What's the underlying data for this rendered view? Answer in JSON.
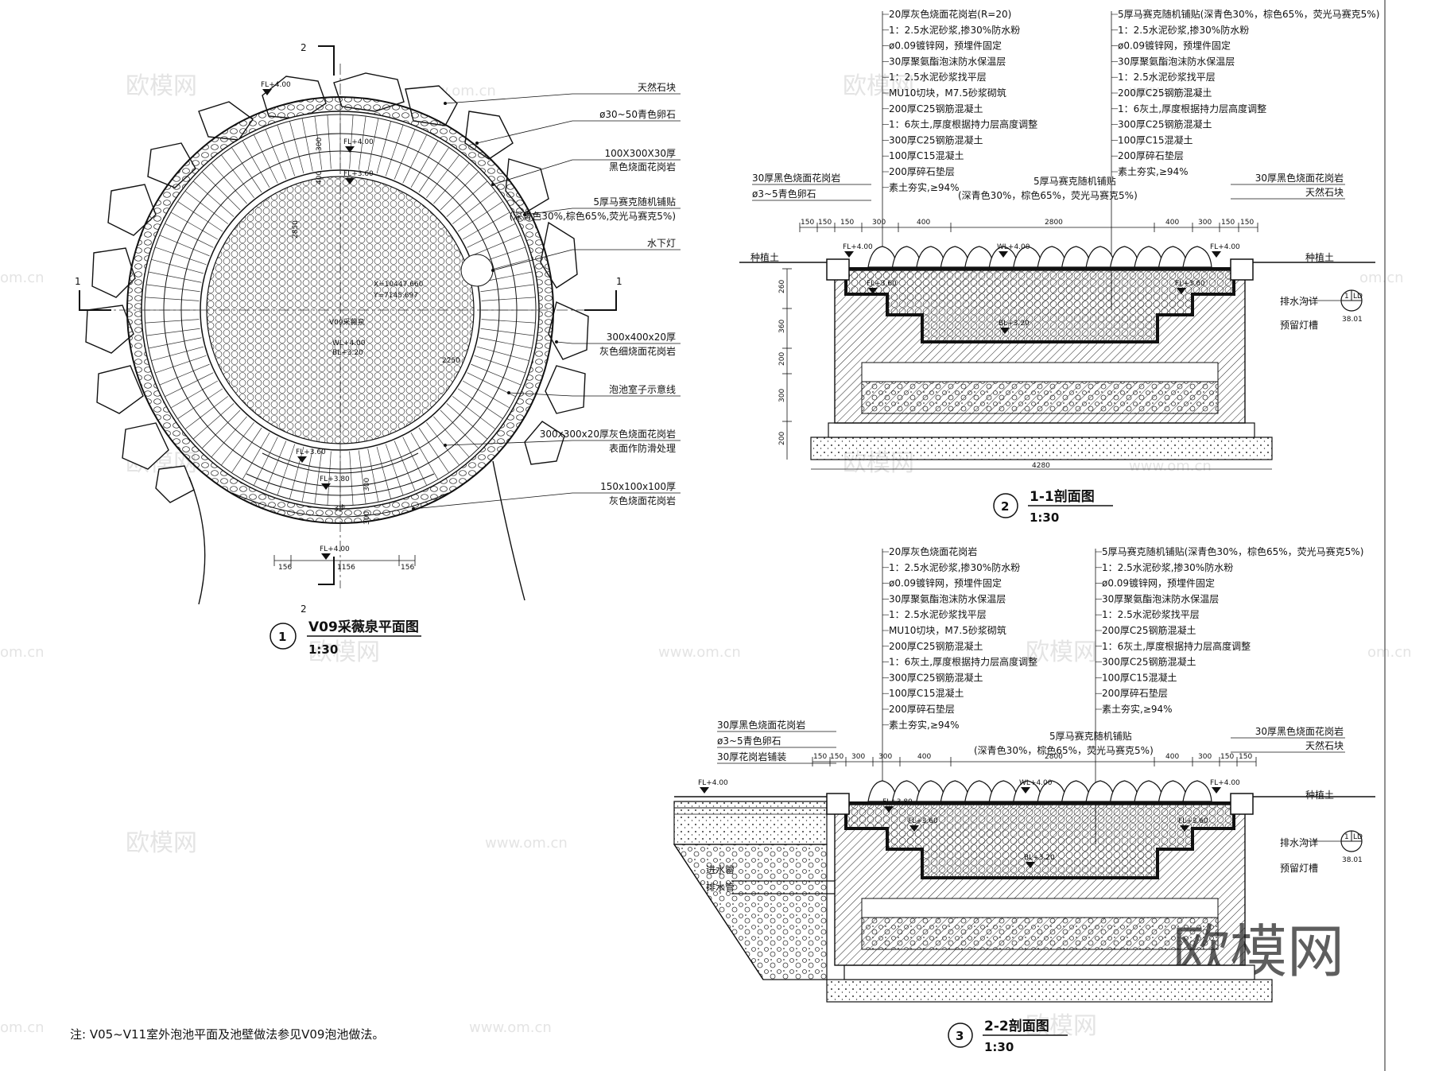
{
  "watermarks": {
    "site": "www.om.cn",
    "domain": "om.cn",
    "brand": "欧模网"
  },
  "plan": {
    "title": "V09采薇泉平面图",
    "number": "1",
    "scale": "1:30",
    "cut_marks": {
      "a": "1",
      "b": "2"
    },
    "elevations": [
      "FL+4.00",
      "FL+4.00",
      "FL+3.60",
      "FL+3.60",
      "FL+3.80",
      "FL+4.00"
    ],
    "center_labels": [
      "X=10447.660",
      "Y=7145.697",
      "V09采薇泉",
      "WL+4.00",
      "BL+3.20"
    ],
    "dims": [
      "300",
      "400",
      "2850",
      "2250",
      "300",
      "300",
      "156",
      "1156",
      "156",
      "3步"
    ],
    "callouts": [
      "天然石块",
      "ø30~50青色卵石",
      "100X300X30厚",
      "黑色烧面花岗岩",
      "5厚马赛克随机铺贴",
      "(深青色30%,棕色65%,荧光马赛克5%)",
      "水下灯",
      "300x400x20厚",
      "灰色细烧面花岗岩",
      "泡池室子示意线",
      "300x300x20厚灰色烧面花岗岩",
      "表面作防滑处理",
      "150x100x100厚",
      "灰色烧面花岗岩"
    ]
  },
  "section1": {
    "title": "1-1剖面图",
    "number": "2",
    "scale": "1:30",
    "layers_left": [
      "20厚灰色烧面花岗岩(R=20)",
      "1：2.5水泥砂浆,掺30%防水粉",
      "ø0.09镀锌网，预埋件固定",
      "30厚聚氨酯泡沫防水保温层",
      "1：2.5水泥砂浆找平层",
      "MU10切块，M7.5砂浆砌筑",
      "200厚C25钢筋混凝土",
      "1：6灰土,厚度根据持力层高度调整",
      "300厚C25钢筋混凝土",
      "100厚C15混凝土",
      "200厚碎石垫层",
      "素土夯实,≥94%"
    ],
    "layers_right": [
      "5厚马赛克随机铺贴(深青色30%，棕色65%，荧光马赛克5%)",
      "1：2.5水泥砂浆,掺30%防水粉",
      "ø0.09镀锌网，预埋件固定",
      "30厚聚氨酯泡沫防水保温层",
      "1：2.5水泥砂浆找平层",
      "200厚C25钢筋混凝土",
      "1：6灰土,厚度根据持力层高度调整",
      "300厚C25钢筋混凝土",
      "100厚C15混凝土",
      "200厚碎石垫层",
      "素土夯实,≥94%"
    ],
    "mosaic_label": [
      "5厚马赛克随机铺贴",
      "(深青色30%，棕色65%，荧光马赛克5%)"
    ],
    "left_labels": [
      "30厚黑色烧面花岗岩",
      "ø3~5青色卵石"
    ],
    "right_labels": [
      "30厚黑色烧面花岗岩",
      "天然石块"
    ],
    "side_labels": [
      "种植土",
      "种植土",
      "排水沟详",
      "预留灯槽"
    ],
    "elevations": [
      "FL+4.00",
      "WL+4.00",
      "FL+4.00",
      "FL+3.60",
      "FL+3.60",
      "BL+3.20"
    ],
    "dims_top": [
      "150",
      "150",
      "150",
      "300",
      "400",
      "2800",
      "400",
      "300",
      "150",
      "150"
    ],
    "dims_left": [
      "260",
      "360",
      "200",
      "300",
      "200"
    ],
    "dims_bottom": [
      "4280"
    ],
    "detail_ref": {
      "num": "1",
      "sheet": "LD",
      "page": "38.01"
    }
  },
  "section2": {
    "title": "2-2剖面图",
    "number": "3",
    "scale": "1:30",
    "layers_left": [
      "20厚灰色烧面花岗岩",
      "1：2.5水泥砂浆,掺30%防水粉",
      "ø0.09镀锌网，预埋件固定",
      "30厚聚氨酯泡沫防水保温层",
      "1：2.5水泥砂浆找平层",
      "MU10切块，M7.5砂浆砌筑",
      "200厚C25钢筋混凝土",
      "1：6灰土,厚度根据持力层高度调整",
      "300厚C25钢筋混凝土",
      "100厚C15混凝土",
      "200厚碎石垫层",
      "素土夯实,≥94%"
    ],
    "layers_right": [
      "5厚马赛克随机铺贴(深青色30%，棕色65%，荧光马赛克5%)",
      "1：2.5水泥砂浆,掺30%防水粉",
      "ø0.09镀锌网，预埋件固定",
      "30厚聚氨酯泡沫防水保温层",
      "1：2.5水泥砂浆找平层",
      "200厚C25钢筋混凝土",
      "1：6灰土,厚度根据持力层高度调整",
      "300厚C25钢筋混凝土",
      "100厚C15混凝土",
      "200厚碎石垫层",
      "素土夯实,≥94%"
    ],
    "mosaic_label": [
      "5厚马赛克随机铺贴",
      "(深青色30%，棕色65%，荧光马赛克5%)"
    ],
    "left_labels": [
      "30厚黑色烧面花岗岩",
      "ø3~5青色卵石",
      "30厚花岗岩铺装"
    ],
    "right_labels": [
      "30厚黑色烧面花岗岩",
      "天然石块"
    ],
    "side_labels": [
      "种植土",
      "排水沟详",
      "预留灯槽",
      "进水管",
      "排水管"
    ],
    "elevations": [
      "FL+4.00",
      "WL+4.00",
      "FL+4.00",
      "FL+3.80",
      "FL+3.60",
      "FL+3.60",
      "BL+3.20"
    ],
    "dims_top": [
      "150",
      "150",
      "300",
      "300",
      "400",
      "2800",
      "400",
      "300",
      "150",
      "150"
    ],
    "detail_ref": {
      "num": "1",
      "sheet": "LD",
      "page": "38.01"
    }
  },
  "note": "注: V05~V11室外泡池平面及池壁做法参见V09泡池做法。"
}
